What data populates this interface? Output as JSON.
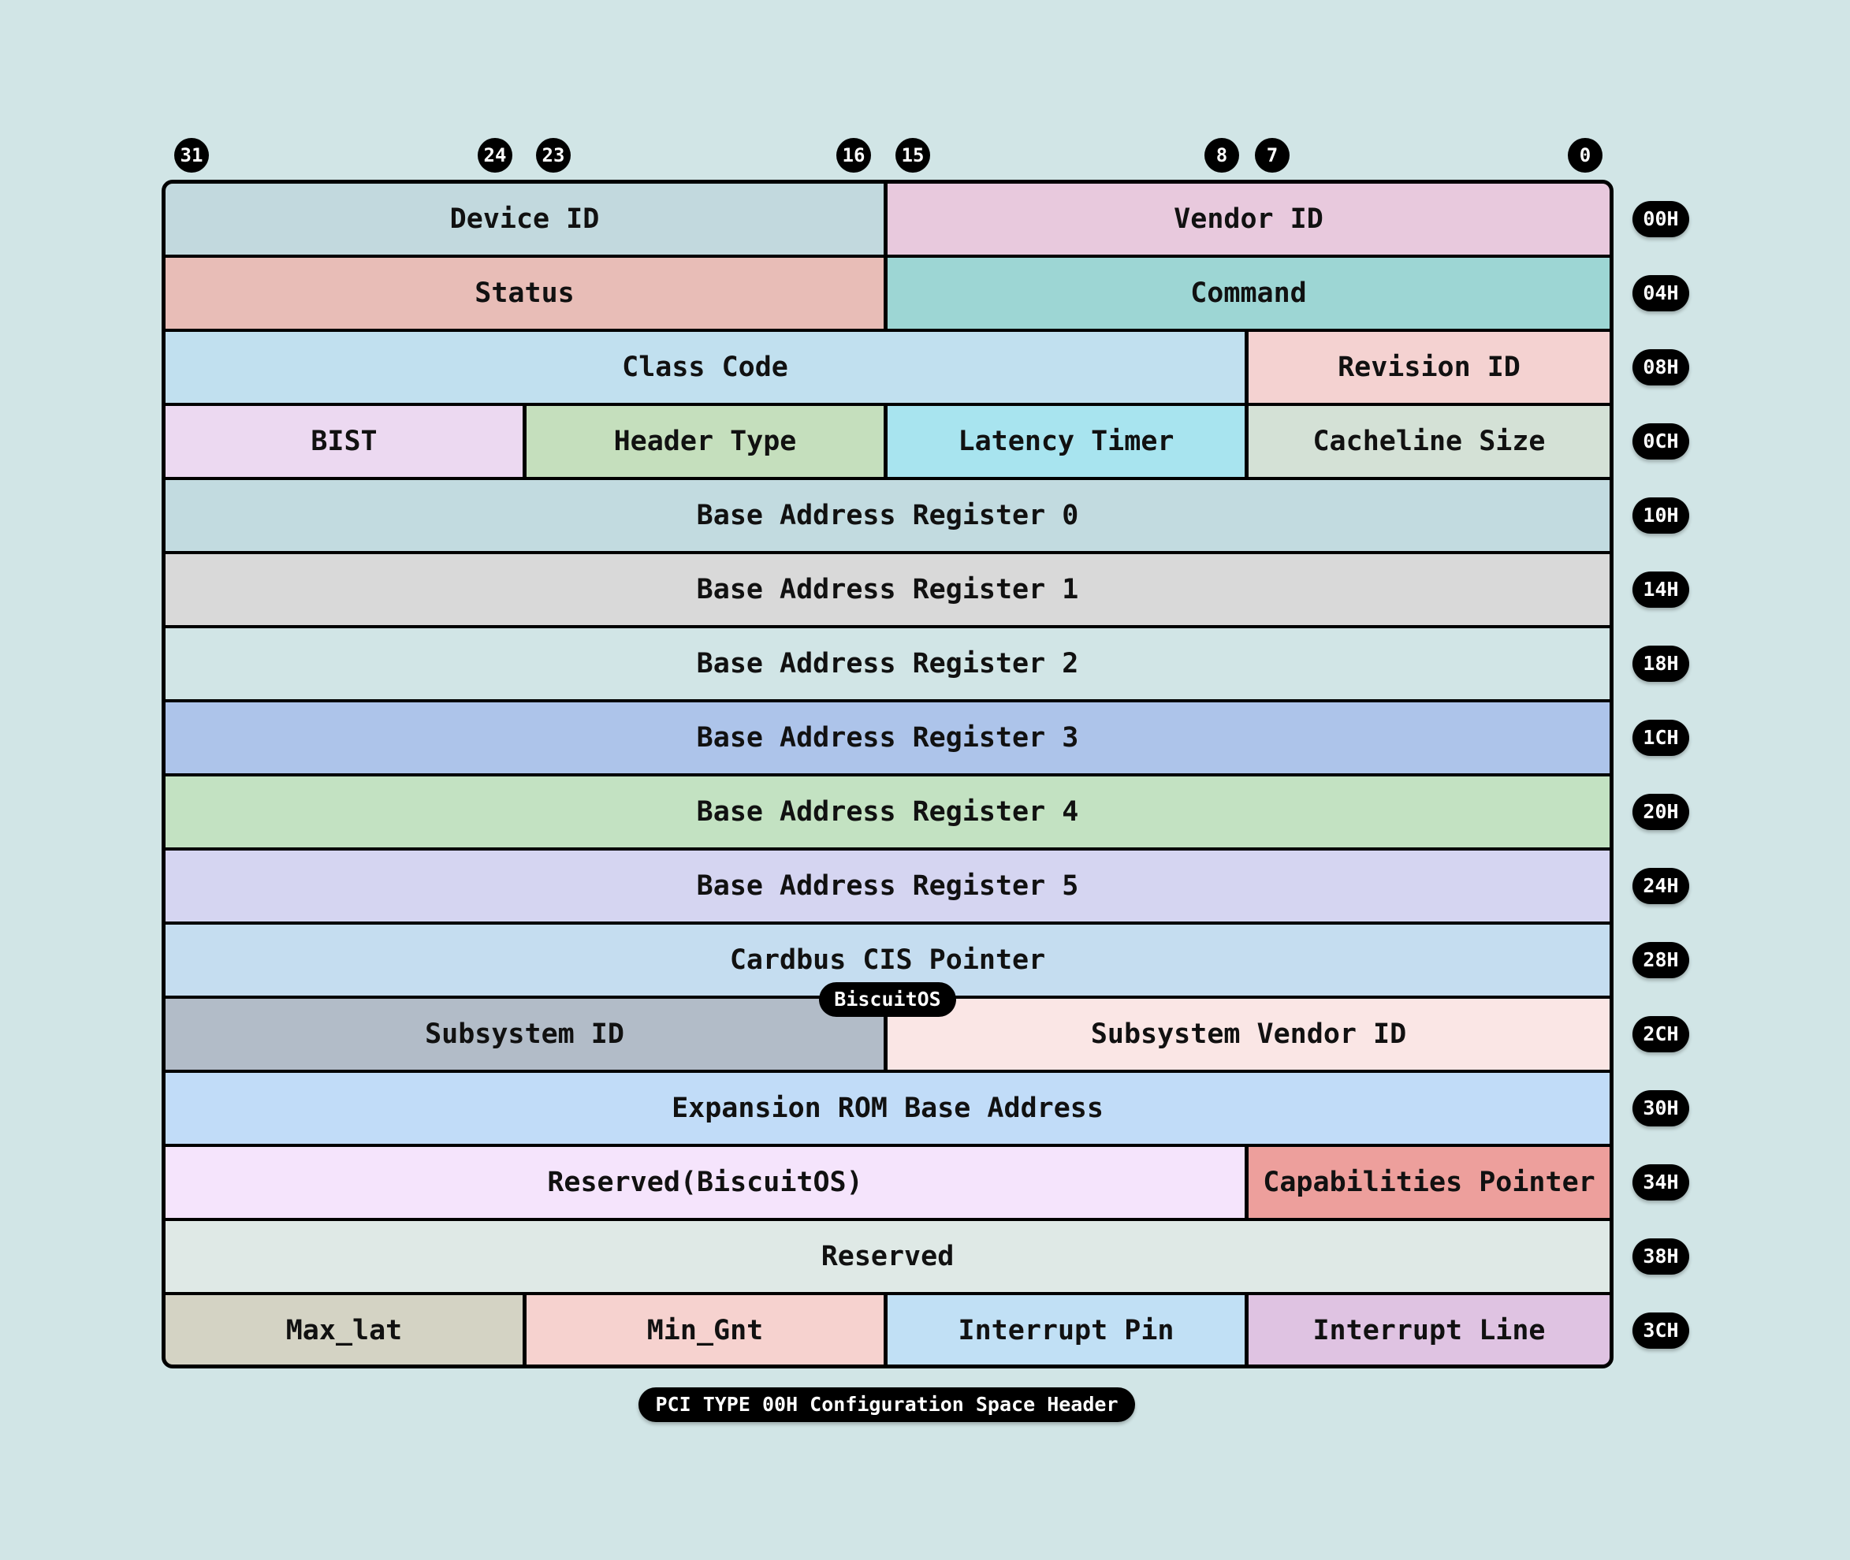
{
  "bit_labels": {
    "b31": "31",
    "b24": "24",
    "b23": "23",
    "b16": "16",
    "b15": "15",
    "b8": "8",
    "b7": "7",
    "b0": "0"
  },
  "rows": [
    {
      "offset": "00H",
      "fields": [
        {
          "label": "Device ID",
          "color": "#c2d9de"
        },
        {
          "label": "Vendor ID",
          "color": "#e8c9dd"
        }
      ]
    },
    {
      "offset": "04H",
      "fields": [
        {
          "label": "Status",
          "color": "#e8bdb7"
        },
        {
          "label": "Command",
          "color": "#9dd6d4"
        }
      ]
    },
    {
      "offset": "08H",
      "fields": [
        {
          "label": "Class Code",
          "color": "#c1e0ef"
        },
        {
          "label": "Revision ID",
          "color": "#f4d2d1"
        }
      ]
    },
    {
      "offset": "0CH",
      "fields": [
        {
          "label": "BIST",
          "color": "#ecd9f1"
        },
        {
          "label": "Header Type",
          "color": "#c5dfbd"
        },
        {
          "label": "Latency Timer",
          "color": "#a8e4ef"
        },
        {
          "label": "Cacheline Size",
          "color": "#d4e1d6"
        }
      ]
    },
    {
      "offset": "10H",
      "fields": [
        {
          "label": "Base Address Register 0",
          "color": "#c2dbe0"
        }
      ]
    },
    {
      "offset": "14H",
      "fields": [
        {
          "label": "Base Address Register 1",
          "color": "#d9d9d9"
        }
      ]
    },
    {
      "offset": "18H",
      "fields": [
        {
          "label": "Base Address Register 2",
          "color": "#d1e5e6"
        }
      ]
    },
    {
      "offset": "1CH",
      "fields": [
        {
          "label": "Base Address Register 3",
          "color": "#adc4ea"
        }
      ]
    },
    {
      "offset": "20H",
      "fields": [
        {
          "label": "Base Address Register 4",
          "color": "#c3e2c2"
        }
      ]
    },
    {
      "offset": "24H",
      "fields": [
        {
          "label": "Base Address Register 5",
          "color": "#d5d5f1"
        }
      ]
    },
    {
      "offset": "28H",
      "fields": [
        {
          "label": "Cardbus CIS Pointer",
          "color": "#c5ddf0"
        }
      ]
    },
    {
      "offset": "2CH",
      "fields": [
        {
          "label": "Subsystem ID",
          "color": "#b2bcc8"
        },
        {
          "label": "Subsystem Vendor ID",
          "color": "#fae6e5"
        }
      ]
    },
    {
      "offset": "30H",
      "fields": [
        {
          "label": "Expansion ROM Base Address",
          "color": "#c1dcf8"
        }
      ]
    },
    {
      "offset": "34H",
      "fields": [
        {
          "label": "Reserved(BiscuitOS)",
          "color": "#f5e4fc"
        },
        {
          "label": "Capabilities Pointer",
          "color": "#ed9f9c"
        }
      ]
    },
    {
      "offset": "38H",
      "fields": [
        {
          "label": "Reserved",
          "color": "#dfe9e6"
        }
      ]
    },
    {
      "offset": "3CH",
      "fields": [
        {
          "label": "Max_lat",
          "color": "#d4d3c4"
        },
        {
          "label": "Min_Gnt",
          "color": "#f6d2cf"
        },
        {
          "label": "Interrupt Pin",
          "color": "#c1e0f5"
        },
        {
          "label": "Interrupt Line",
          "color": "#dfc3e2"
        }
      ]
    }
  ],
  "badge": "BiscuitOS",
  "caption": "PCI TYPE 00H Configuration Space Header"
}
